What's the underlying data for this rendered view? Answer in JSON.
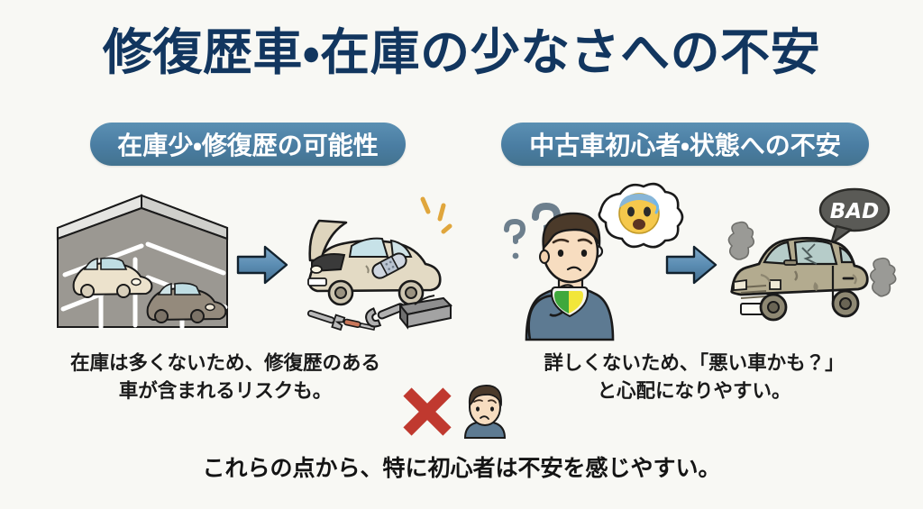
{
  "page": {
    "title": "修復歴車・在庫の少なさへの不安",
    "background_color": "#f8f8f4",
    "title_color": "#12365f",
    "badge_color": "#4a7da2",
    "accent_x_color": "#c0392f",
    "arrow_color": "#5e8db4"
  },
  "panels": [
    {
      "badge": "在庫少・修復歴の可能性",
      "before_art": "parking-lot-few-cars-illustration",
      "arrow": "right-block-arrow",
      "after_art": "damaged-car-with-bandages-and-tools-illustration",
      "caption": "在庫は多くないため、修復歴のある\n車が含まれるリスクも。"
    },
    {
      "badge": "中古車初心者・状態への不安",
      "before_art": "worried-beginner-driver-with-question-marks-illustration",
      "arrow": "right-block-arrow",
      "after_art": "dirty-smoking-car-with-bad-bubble-illustration",
      "caption": "詳しくないため、「悪い車かも？」\nと心配になりやすい。"
    }
  ],
  "bubbles": {
    "bad_label": "BAD"
  },
  "footer": {
    "x_icon": "red-cross-icon",
    "face_icon": "worried-face-icon",
    "text": "これらの点から、特に初心者は不安を感じやすい。"
  }
}
